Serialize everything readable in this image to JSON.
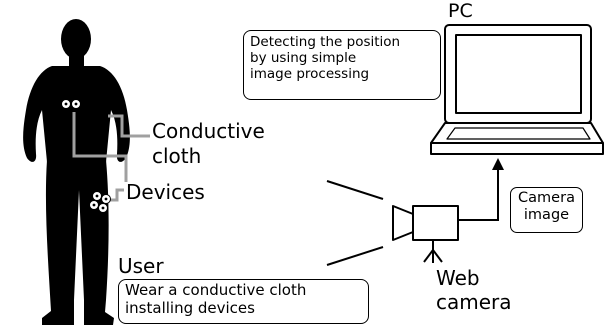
{
  "labels": {
    "pc": "PC",
    "conductive_cloth_line1": "Conductive",
    "conductive_cloth_line2": "cloth",
    "devices": "Devices",
    "user": "User",
    "web_camera_line1": "Web",
    "web_camera_line2": "camera"
  },
  "callouts": {
    "processing": {
      "line1": "Detecting the position",
      "line2": "by using simple",
      "line3": "image processing"
    },
    "camera_image": {
      "line1": "Camera",
      "line2": "image"
    },
    "user_note": {
      "line1": "Wear a conductive cloth",
      "line2": "installing devices"
    }
  },
  "colors": {
    "silhouette": "#000000",
    "device": "#ffffff",
    "leader": "#a0a0a0",
    "outline": "#000000"
  },
  "icons": {
    "person": "person-silhouette",
    "laptop": "laptop-icon",
    "webcam": "webcam-icon"
  }
}
